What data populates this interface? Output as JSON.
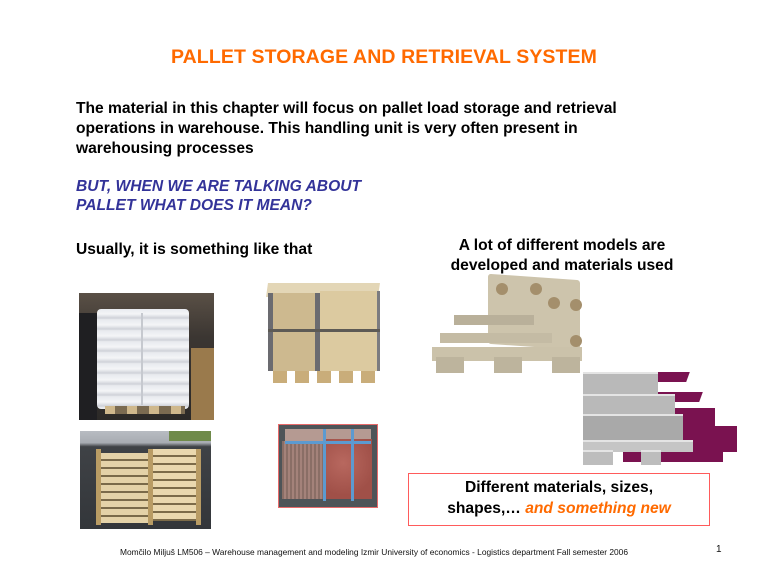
{
  "slide": {
    "title": "PALLET STORAGE AND RETRIEVAL SYSTEM",
    "intro_lines": [
      "The material in this chapter will focus on pallet load storage and retrieval",
      "operations in warehouse. This handling unit is very often present in",
      "warehousing processes"
    ],
    "question_lines": [
      "BUT, WHEN WE ARE TALKING ABOUT",
      "PALLET WHAT DOES IT MEAN?"
    ],
    "usually_caption": "Usually, it is something like that",
    "models_caption_lines": [
      "A lot of different models are",
      "developed and materials used"
    ],
    "callout": {
      "line1": "Different materials, sizes,",
      "line2_plain": "shapes,… ",
      "line2_emphasis": "and something new"
    },
    "footer": "Momčilo Miljuš  LM506 – Warehouse management and modeling Izmir University of economics - Logistics department Fall semester 2006",
    "page_number": "1"
  },
  "images": [
    {
      "name": "bagged-load-pallet-photo",
      "description": "stretch-wrapped white bags on wooden pallet"
    },
    {
      "name": "wooden-box-pallet-photo",
      "description": "plywood box on pallet"
    },
    {
      "name": "slatted-crate-pallet-photo",
      "description": "slatted wooden crate on pallet"
    },
    {
      "name": "stone-tile-pallet-photo",
      "description": "strapped stone tiles on pallet"
    },
    {
      "name": "molded-pulp-pallets-photo",
      "description": "molded pulp pallets"
    },
    {
      "name": "plastic-pallets-photo",
      "description": "grey and purple plastic pallets"
    }
  ],
  "colors": {
    "title": "#ff6a00",
    "question": "#333399",
    "callout_border": "#ff5b5b",
    "callout_emphasis": "#ff6a00",
    "text": "#000000"
  }
}
